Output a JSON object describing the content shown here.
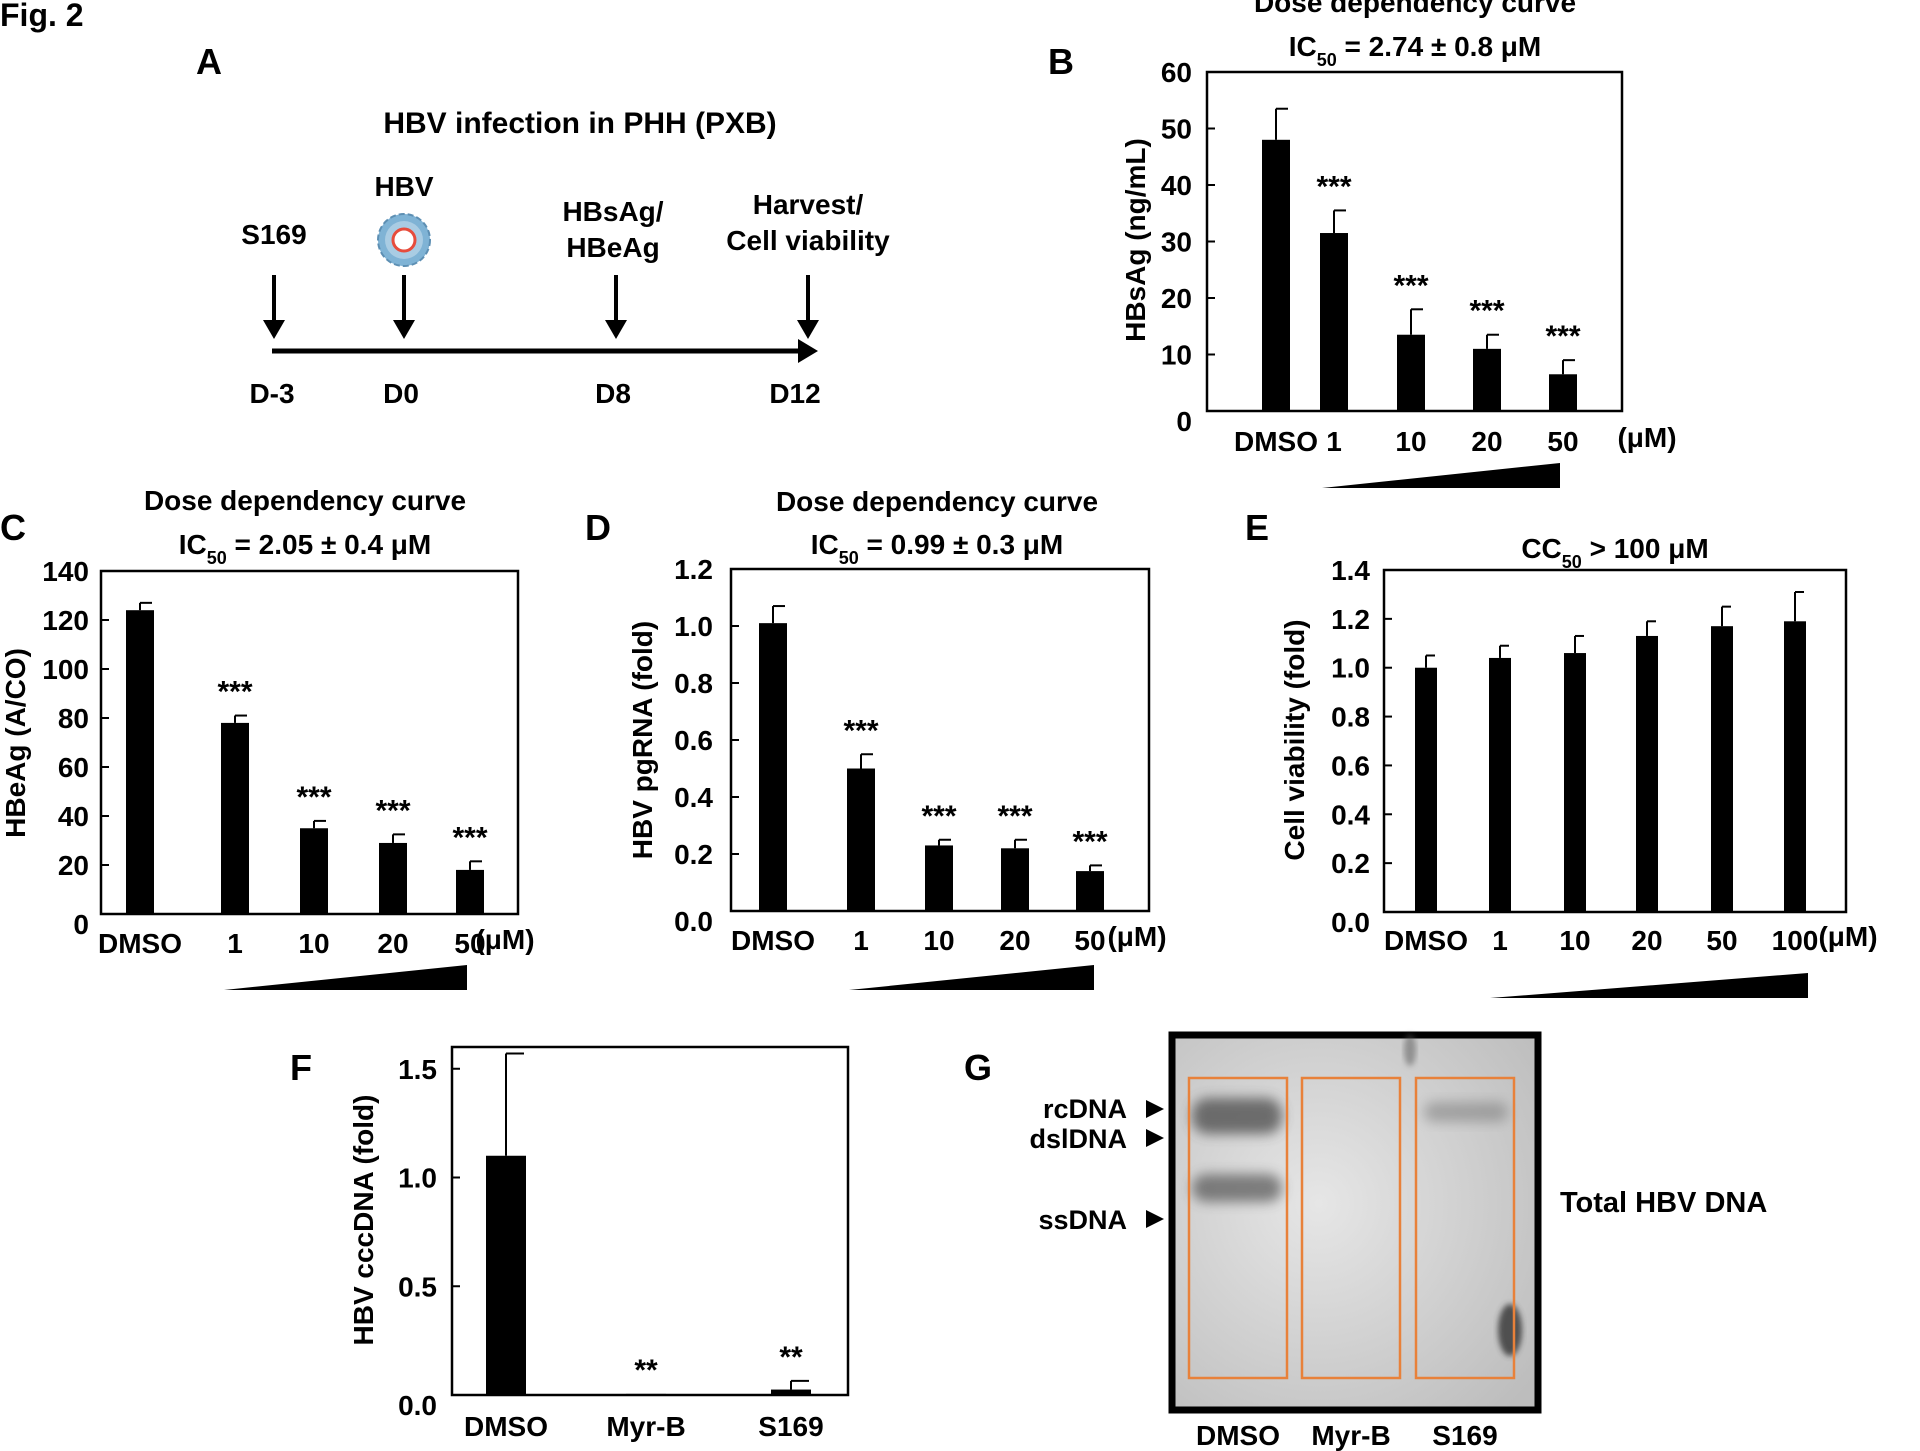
{
  "figure_label": "Fig. 2",
  "panel_letters": {
    "A": "A",
    "B": "B",
    "C": "C",
    "D": "D",
    "E": "E",
    "F": "F",
    "G": "G"
  },
  "timeline": {
    "title": "HBV infection in PHH (PXB)",
    "events": [
      {
        "label_lines": [
          "S169"
        ],
        "day": "D-3"
      },
      {
        "label_lines": [
          "HBV"
        ],
        "day": "D0",
        "icon": "virus-icon"
      },
      {
        "label_lines": [
          "HBsAg/",
          "HBeAg"
        ],
        "day": "D8"
      },
      {
        "label_lines": [
          "Harvest/",
          "Cell viability"
        ],
        "day": "D12"
      }
    ]
  },
  "chart_data": [
    {
      "id": "B",
      "type": "bar",
      "title_lines": [
        "Dose dependency curve",
        "IC50 = 2.74 ± 0.8 μM"
      ],
      "ylabel": "HBsAg (ng/mL)",
      "categories": [
        "DMSO",
        "1",
        "10",
        "20",
        "50"
      ],
      "unit": "(μM)",
      "values": [
        48,
        31.5,
        13.5,
        11,
        6.5
      ],
      "errors": [
        5.5,
        4,
        4.5,
        2.5,
        2.5
      ],
      "significance": [
        "",
        "***",
        "***",
        "***",
        "***"
      ],
      "ylim": [
        0,
        60
      ],
      "yticks": [
        "0",
        "10",
        "20",
        "30",
        "40",
        "50",
        "60"
      ],
      "yticks_values": [
        0,
        10,
        20,
        30,
        40,
        50,
        60
      ],
      "dose_wedge": true
    },
    {
      "id": "C",
      "type": "bar",
      "title_lines": [
        "Dose dependency curve",
        "IC50 = 2.05 ± 0.4 μM"
      ],
      "ylabel": "HBeAg (A/CO)",
      "categories": [
        "DMSO",
        "1",
        "10",
        "20",
        "50"
      ],
      "unit": "(μM)",
      "values": [
        124,
        78,
        35,
        29,
        18
      ],
      "errors": [
        3,
        3,
        3,
        3.5,
        3.5
      ],
      "significance": [
        "",
        "***",
        "***",
        "***",
        "***"
      ],
      "ylim": [
        0,
        140
      ],
      "yticks": [
        "0",
        "20",
        "40",
        "60",
        "80",
        "100",
        "120",
        "140"
      ],
      "yticks_values": [
        0,
        20,
        40,
        60,
        80,
        100,
        120,
        140
      ],
      "dose_wedge": true
    },
    {
      "id": "D",
      "type": "bar",
      "title_lines": [
        "Dose dependency curve",
        "IC50 = 0.99 ± 0.3 μM"
      ],
      "ylabel": "HBV pgRNA (fold)",
      "categories": [
        "DMSO",
        "1",
        "10",
        "20",
        "50"
      ],
      "unit": "(μM)",
      "values": [
        1.01,
        0.5,
        0.23,
        0.22,
        0.14
      ],
      "errors": [
        0.06,
        0.05,
        0.02,
        0.03,
        0.02
      ],
      "significance": [
        "",
        "***",
        "***",
        "***",
        "***"
      ],
      "ylim": [
        0,
        1.2
      ],
      "yticks": [
        "0.0",
        "0.2",
        "0.4",
        "0.6",
        "0.8",
        "1.0",
        "1.2"
      ],
      "yticks_values": [
        0,
        0.2,
        0.4,
        0.6,
        0.8,
        1.0,
        1.2
      ],
      "dose_wedge": true
    },
    {
      "id": "E",
      "type": "bar",
      "title_lines": [
        "CC50 > 100 μM"
      ],
      "ylabel": "Cell viability (fold)",
      "categories": [
        "DMSO",
        "1",
        "10",
        "20",
        "50",
        "100"
      ],
      "unit": "(μM)",
      "values": [
        1.0,
        1.04,
        1.06,
        1.13,
        1.17,
        1.19
      ],
      "errors": [
        0.05,
        0.05,
        0.07,
        0.06,
        0.08,
        0.12
      ],
      "significance": [
        "",
        "",
        "",
        "",
        "",
        ""
      ],
      "ylim": [
        0,
        1.4
      ],
      "yticks": [
        "0.0",
        "0.2",
        "0.4",
        "0.6",
        "0.8",
        "1.0",
        "1.2",
        "1.4"
      ],
      "yticks_values": [
        0,
        0.2,
        0.4,
        0.6,
        0.8,
        1.0,
        1.2,
        1.4
      ],
      "dose_wedge": true
    },
    {
      "id": "F",
      "type": "bar",
      "title_lines": [],
      "ylabel": "HBV cccDNA (fold)",
      "categories": [
        "DMSO",
        "Myr-B",
        "S169"
      ],
      "unit": "",
      "values": [
        1.1,
        0.005,
        0.025
      ],
      "errors": [
        0.47,
        0.0,
        0.04
      ],
      "significance": [
        "",
        "**",
        "**"
      ],
      "ylim": [
        0,
        1.6
      ],
      "yticks": [
        "0.0",
        "0.5",
        "1.0",
        "1.5"
      ],
      "yticks_values": [
        0,
        0.5,
        1.0,
        1.5
      ],
      "dose_wedge": false
    }
  ],
  "blot": {
    "bands": [
      "rcDNA",
      "dslDNA",
      "ssDNA"
    ],
    "lanes": [
      "DMSO",
      "Myr-B",
      "S169"
    ],
    "caption": "Total HBV DNA",
    "lane_box_color": "#e8813a"
  }
}
